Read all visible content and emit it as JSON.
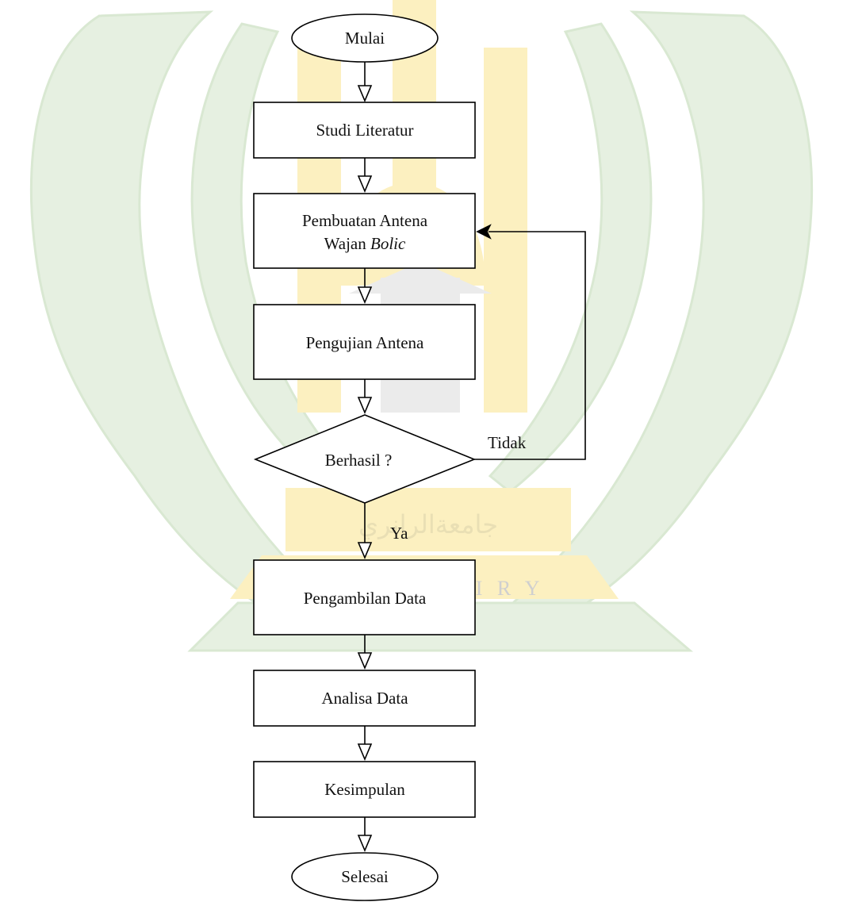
{
  "watermark": {
    "arabic_text": "جامعةالرانري",
    "latin_text": "A R - R A N I R Y",
    "colors": {
      "green": "#e6f0e1",
      "green_edge": "#d9e8d2",
      "gold": "#fcf0c0",
      "grey": "#ebebeb"
    }
  },
  "flowchart": {
    "colors": {
      "stroke": "#000000",
      "fill": "#ffffff",
      "text": "#111111"
    },
    "nodes": {
      "start": "Mulai",
      "studi": "Studi Literatur",
      "pembuatan_line1": "Pembuatan Antena",
      "pembuatan_line2_plain": "Wajan ",
      "pembuatan_line2_italic": "Bolic",
      "pengujian": "Pengujian Antena",
      "decision": "Berhasil ?",
      "pengambilan": "Pengambilan Data",
      "analisa": "Analisa Data",
      "kesimpulan": "Kesimpulan",
      "end": "Selesai"
    },
    "edge_labels": {
      "no": "Tidak",
      "yes": "Ya"
    }
  }
}
